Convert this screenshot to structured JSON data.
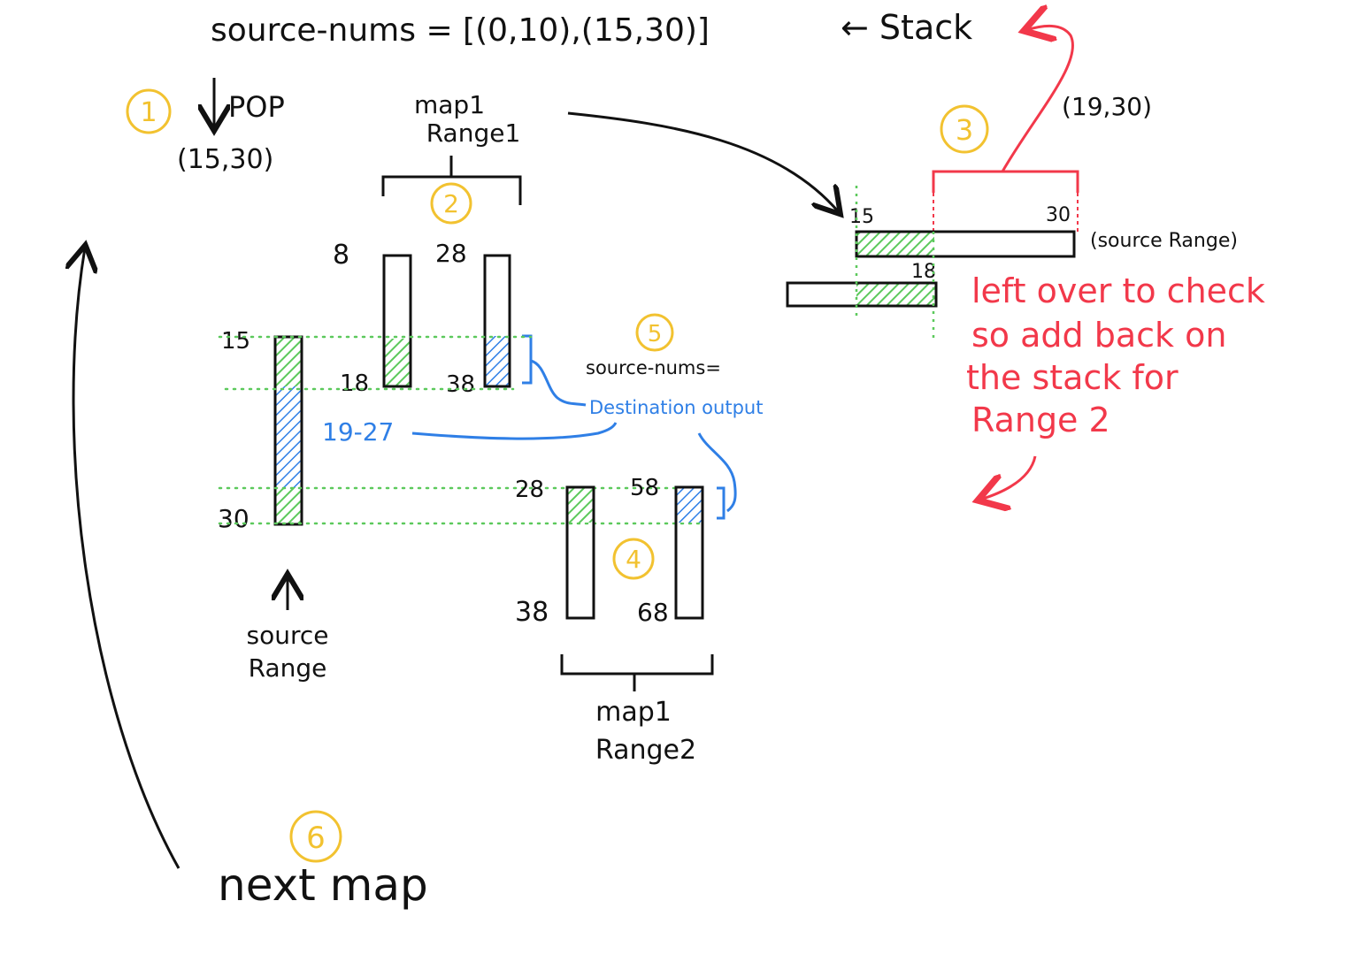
{
  "colors": {
    "ink": "#111111",
    "green": "#5cc95c",
    "blue": "#2f7fe6",
    "red": "#f2384a",
    "yellow": "#f2c230"
  },
  "header": {
    "equation": "source-nums = [(0,10),(15,30)]",
    "stack_label": "← Stack"
  },
  "step1": {
    "badge": "1",
    "pop": "POP",
    "value": "(15,30)"
  },
  "step2": {
    "badge": "2",
    "map_title_a": "map1",
    "map_title_b": "Range1"
  },
  "step3": {
    "badge": "3",
    "leftover": "(19,30)",
    "tick_start": "15",
    "tick_end": "30",
    "source_range": "(source Range)",
    "tick_split": "18"
  },
  "step4": {
    "badge": "4",
    "map_title_a": "map1",
    "map_title_b": "Range2"
  },
  "step5": {
    "badge": "5",
    "source_nums": "source-nums=",
    "destination": "Destination output",
    "range_19_27": "19-27"
  },
  "step6": {
    "badge": "6",
    "next": "next map"
  },
  "source_bar": {
    "top": "15",
    "bottom": "30",
    "label_a": "source",
    "label_b": "Range"
  },
  "map_range1": {
    "src_top": "8",
    "src_bottom": "18",
    "dst_top": "28",
    "dst_bottom": "38"
  },
  "map_range2": {
    "src_top": "28",
    "src_bottom": "38",
    "dst_top": "58",
    "dst_bottom": "68"
  },
  "leftover_note": [
    "left over to check",
    "so add back on",
    "the stack for",
    "Range 2"
  ]
}
